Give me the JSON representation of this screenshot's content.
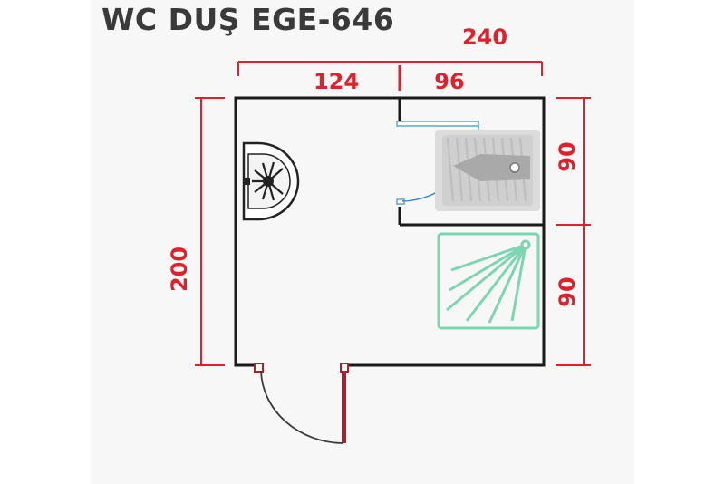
{
  "title": "WC DUŞ EGE-646",
  "dimensions": {
    "total_width": "240",
    "left_width": "124",
    "right_width": "96",
    "total_height": "200",
    "wc_height": "90",
    "shower_height": "90"
  },
  "colors": {
    "dimension": "#e0202a",
    "wall": "#1a1a1a",
    "door": "#b01e28",
    "glass": "#5aa7c9",
    "fixture": "#c8c8c8",
    "shower_tray": "#7cd6b2"
  },
  "fixtures": [
    "sink-icon",
    "squat-toilet-icon",
    "shower-tray-icon"
  ]
}
